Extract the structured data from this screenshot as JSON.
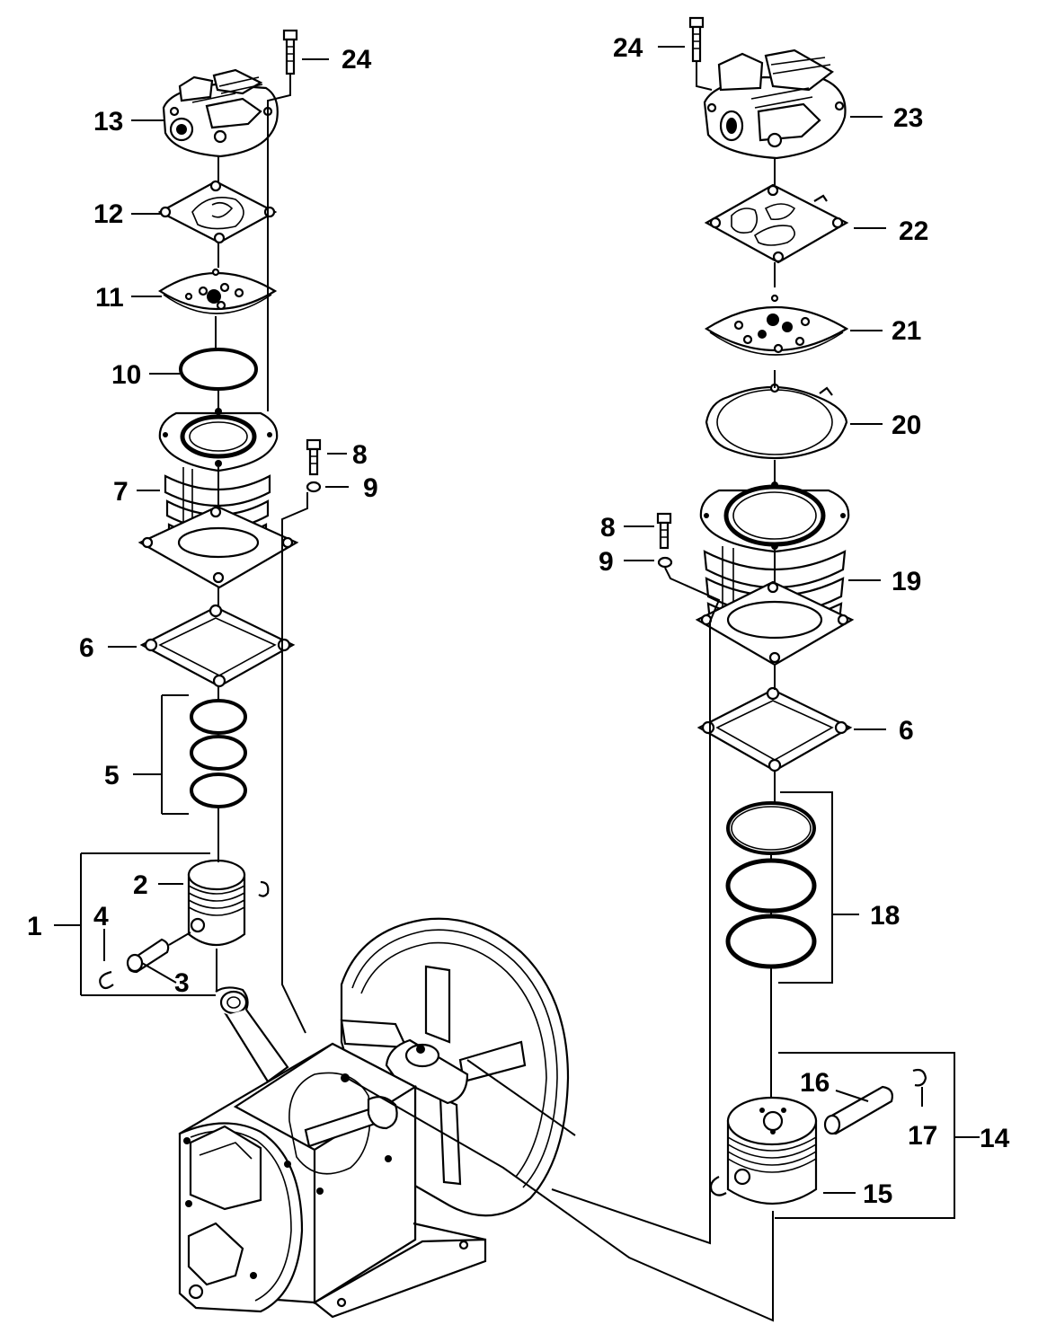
{
  "diagram": {
    "labels": [
      {
        "id": "left-24",
        "text": "24"
      },
      {
        "id": "left-13",
        "text": "13"
      },
      {
        "id": "left-12",
        "text": "12"
      },
      {
        "id": "left-11",
        "text": "11"
      },
      {
        "id": "left-10",
        "text": "10"
      },
      {
        "id": "left-7",
        "text": "7"
      },
      {
        "id": "left-8",
        "text": "8"
      },
      {
        "id": "left-9",
        "text": "9"
      },
      {
        "id": "left-6",
        "text": "6"
      },
      {
        "id": "left-5",
        "text": "5"
      },
      {
        "id": "left-2",
        "text": "2"
      },
      {
        "id": "left-1",
        "text": "1"
      },
      {
        "id": "left-4",
        "text": "4"
      },
      {
        "id": "left-3",
        "text": "3"
      },
      {
        "id": "right-24",
        "text": "24"
      },
      {
        "id": "right-23",
        "text": "23"
      },
      {
        "id": "right-22",
        "text": "22"
      },
      {
        "id": "right-21",
        "text": "21"
      },
      {
        "id": "right-20",
        "text": "20"
      },
      {
        "id": "right-8",
        "text": "8"
      },
      {
        "id": "right-9",
        "text": "9"
      },
      {
        "id": "right-19",
        "text": "19"
      },
      {
        "id": "right-6",
        "text": "6"
      },
      {
        "id": "right-18",
        "text": "18"
      },
      {
        "id": "right-16",
        "text": "16"
      },
      {
        "id": "right-17",
        "text": "17"
      },
      {
        "id": "right-14",
        "text": "14"
      },
      {
        "id": "right-15",
        "text": "15"
      }
    ]
  }
}
